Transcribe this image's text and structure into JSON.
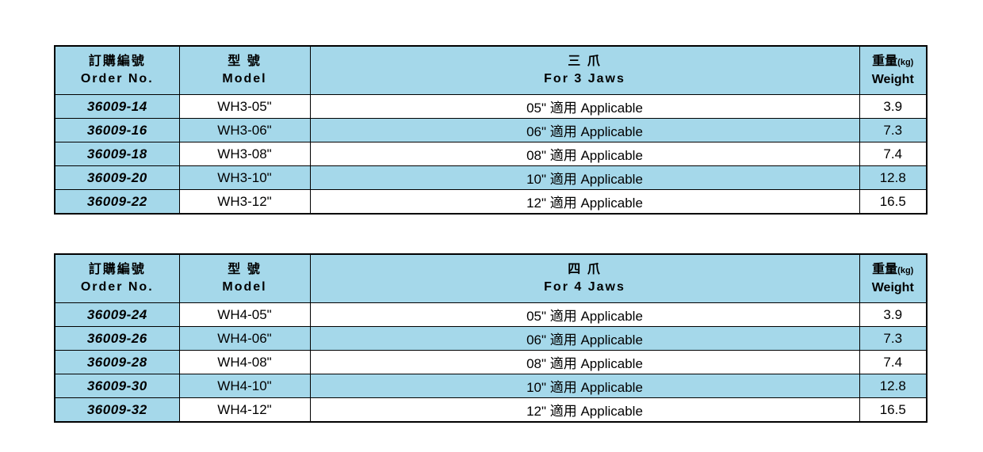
{
  "colors": {
    "header_bg": "#a5d8ea",
    "stripe_bg": "#a5d8ea",
    "border": "#000000",
    "page_bg": "#ffffff"
  },
  "tables": [
    {
      "header": {
        "order": {
          "zh": "訂購編號",
          "en": "Order No."
        },
        "model": {
          "zh": "型 號",
          "en": "Model"
        },
        "jaws": {
          "zh": "三 爪",
          "en": "For 3 Jaws"
        },
        "weight": {
          "zh": "重量",
          "unit": "(kg)",
          "en": "Weight"
        }
      },
      "rows": [
        {
          "order": "36009-14",
          "model": "WH3-05\"",
          "app": "05\" 適用 Applicable",
          "weight": "3.9"
        },
        {
          "order": "36009-16",
          "model": "WH3-06\"",
          "app": "06\" 適用 Applicable",
          "weight": "7.3"
        },
        {
          "order": "36009-18",
          "model": "WH3-08\"",
          "app": "08\" 適用 Applicable",
          "weight": "7.4"
        },
        {
          "order": "36009-20",
          "model": "WH3-10\"",
          "app": "10\" 適用 Applicable",
          "weight": "12.8"
        },
        {
          "order": "36009-22",
          "model": "WH3-12\"",
          "app": "12\" 適用 Applicable",
          "weight": "16.5"
        }
      ]
    },
    {
      "header": {
        "order": {
          "zh": "訂購編號",
          "en": "Order No."
        },
        "model": {
          "zh": "型 號",
          "en": "Model"
        },
        "jaws": {
          "zh": "四 爪",
          "en": "For 4 Jaws"
        },
        "weight": {
          "zh": "重量",
          "unit": "(kg)",
          "en": "Weight"
        }
      },
      "rows": [
        {
          "order": "36009-24",
          "model": "WH4-05\"",
          "app": "05\" 適用 Applicable",
          "weight": "3.9"
        },
        {
          "order": "36009-26",
          "model": "WH4-06\"",
          "app": "06\" 適用 Applicable",
          "weight": "7.3"
        },
        {
          "order": "36009-28",
          "model": "WH4-08\"",
          "app": "08\" 適用 Applicable",
          "weight": "7.4"
        },
        {
          "order": "36009-30",
          "model": "WH4-10\"",
          "app": "10\" 適用 Applicable",
          "weight": "12.8"
        },
        {
          "order": "36009-32",
          "model": "WH4-12\"",
          "app": "12\" 適用 Applicable",
          "weight": "16.5"
        }
      ]
    }
  ]
}
